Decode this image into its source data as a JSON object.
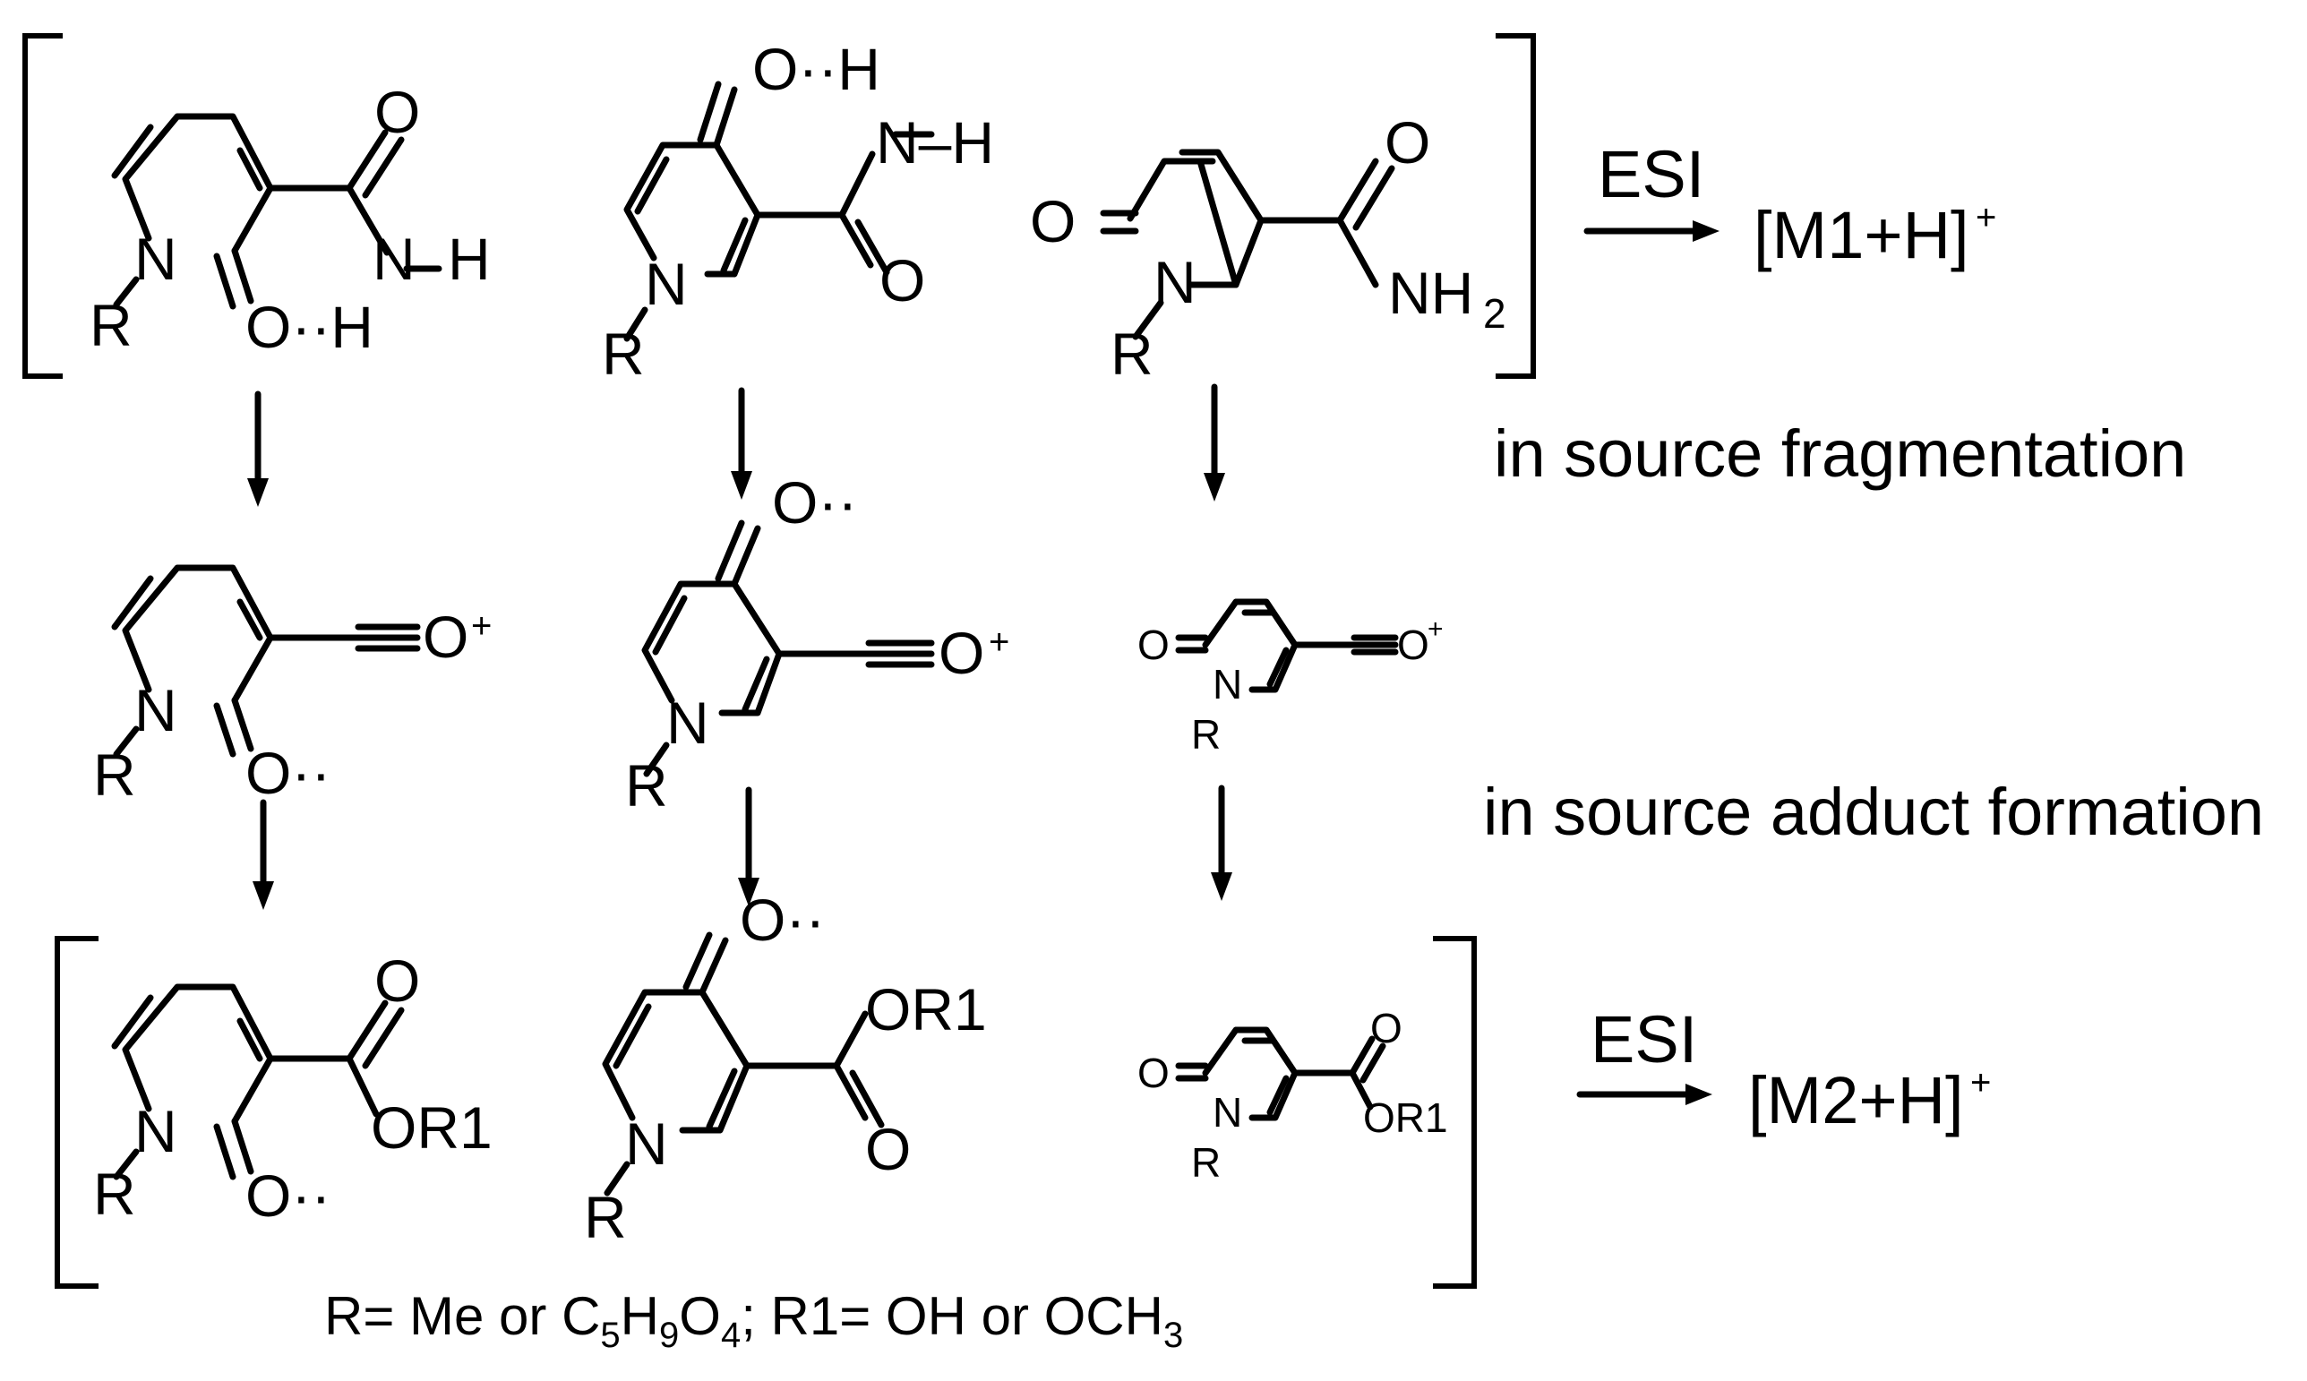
{
  "labels": {
    "esi_top": "ESI",
    "product_top_main": "[M1+H]",
    "product_top_charge": "+",
    "fragmentation": "in source fragmentation",
    "adduct": "in source adduct formation",
    "esi_bottom": "ESI",
    "product_bottom_main": "[M2+H]",
    "product_bottom_charge": "+"
  },
  "atoms": {
    "O": "O",
    "N": "N",
    "H": "H",
    "R": "R",
    "NH": "N–H",
    "NH2": "NH",
    "two": "2",
    "OR1": "OR1",
    "O_lone": "O··",
    "O_dots_H": "O··H",
    "lone": "··",
    "plus": "+"
  },
  "footnote": {
    "r_def": "R= Me or C",
    "s5": "5",
    "h": "H",
    "s9": "9",
    "o": "O",
    "s4": "4",
    "r1_def": "; R1= OH or OCH",
    "s3": "3"
  }
}
